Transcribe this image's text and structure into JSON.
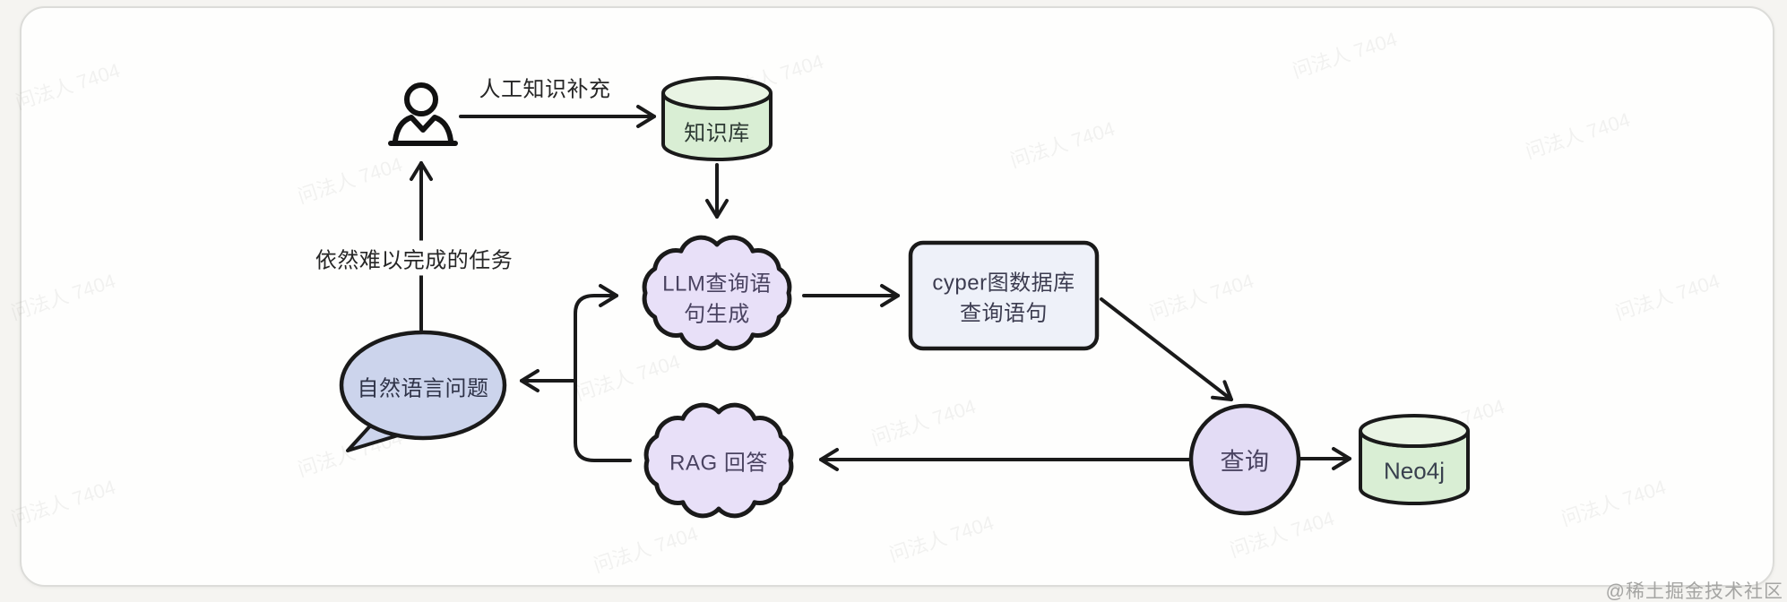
{
  "watermark": {
    "text": "问法人 7404"
  },
  "credit": "@稀土掘金技术社区",
  "labels": {
    "manual_knowledge": "人工知识补充",
    "hard_task": "依然难以完成的任务"
  },
  "nodes": {
    "knowledge_base": {
      "label": "知识库"
    },
    "llm_generate": {
      "line1": "LLM查询语",
      "line2": "句生成"
    },
    "cypher_box": {
      "line1": "cyper图数据库",
      "line2": "查询语句"
    },
    "query_circle": {
      "label": "查询"
    },
    "neo4j": {
      "label": "Neo4j"
    },
    "rag_answer": {
      "label": "RAG 回答"
    },
    "nl_question": {
      "label": "自然语言问题"
    }
  },
  "colors": {
    "stroke": "#1a1a1a",
    "cylinder_fill": "#d9eed4",
    "cylinder_top_fill": "#e9f4e4",
    "cloud_fill": "#e8e0f8",
    "circle_fill": "#e3dcf5",
    "box_fill": "#eef1f9",
    "bubble_fill": "#ccd4ec",
    "card_bg": "#fefefd",
    "page_bg": "#f5f4f1",
    "credit_gray": "#a5a5a3"
  }
}
